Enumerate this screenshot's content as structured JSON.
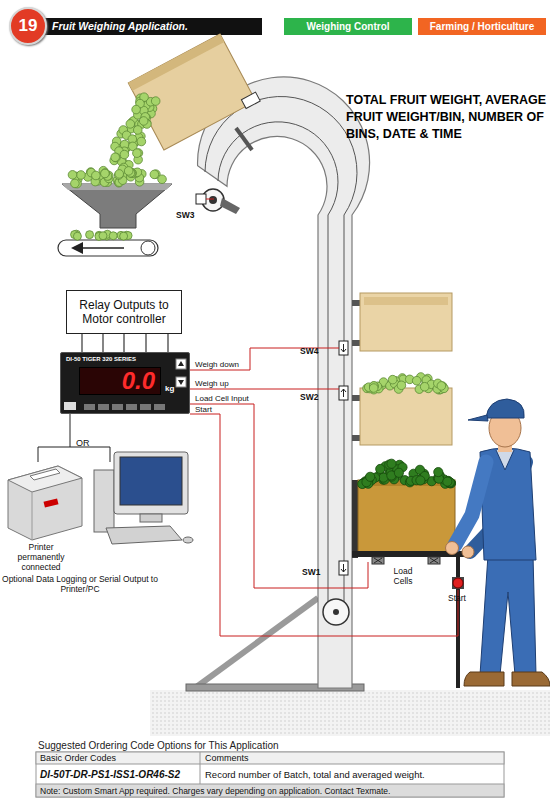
{
  "diagram": {
    "title": "Fruit Weighing Application.",
    "nodes": [
      {
        "text": [
          "19"
        ]
      },
      {
        "text": [
          "Weighing Control"
        ]
      },
      {
        "text": [
          "Farming / Horticulture"
        ]
      },
      {
        "text": [
          "Relay Outputs to Motor controller"
        ]
      },
      {
        "text": [
          "DI-50 TIGER 320 SERIES",
          "0.0",
          "kg"
        ]
      }
    ],
    "edges": [
      {
        "from": 4,
        "to": 3,
        "arrow": "none"
      },
      {
        "from": 4,
        "to": 3,
        "arrow": "none"
      },
      {
        "from": 4,
        "to": 3,
        "arrow": "none"
      },
      {
        "from": 4,
        "to": 3,
        "arrow": "none"
      },
      {
        "from": 4,
        "to": 3,
        "arrow": "none"
      }
    ],
    "labels": [
      "TOTAL FRUIT WEIGHT, AVERAGE FRUIT WEIGHT/BIN, NUMBER OF BINS, DATE & TIME",
      "SW3",
      "SW4",
      "SW2",
      "Weigh down",
      "Weigh up",
      "Load Cell Input",
      "Start",
      "OR",
      "Printer permanently connected",
      "Optional Data Logging or Serial Output to Printer/PC",
      "SW1",
      "Load Cells",
      "Start",
      "Suggested Ordering Code Options for This Application",
      "Basic Order Codes",
      "Comments",
      "DI-50T-DR-PS1-ISS1-OR46-S2",
      "Record number of Batch, total and averaged weight.",
      "Note: Custom Smart App required. Charges vary depending on application. Contact Texmate."
    ]
  }
}
